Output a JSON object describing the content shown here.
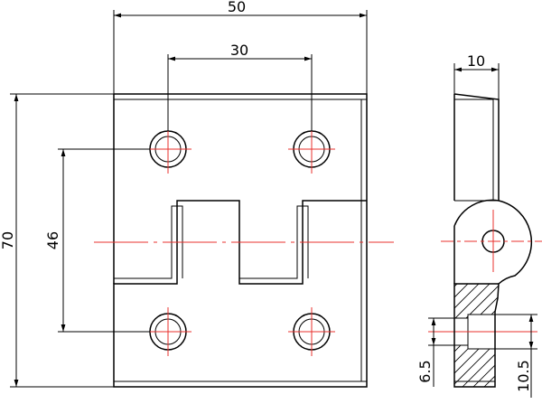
{
  "drawing": {
    "dimensions": {
      "overall_width": "50",
      "hole_spacing_horizontal": "30",
      "overall_height": "70",
      "hole_spacing_vertical": "46",
      "thickness": "10",
      "counterbore_depth": "6.5",
      "section_height": "10.5"
    },
    "colors": {
      "outline": "#000000",
      "centerline": "#e8302c",
      "background": "#ffffff"
    }
  }
}
